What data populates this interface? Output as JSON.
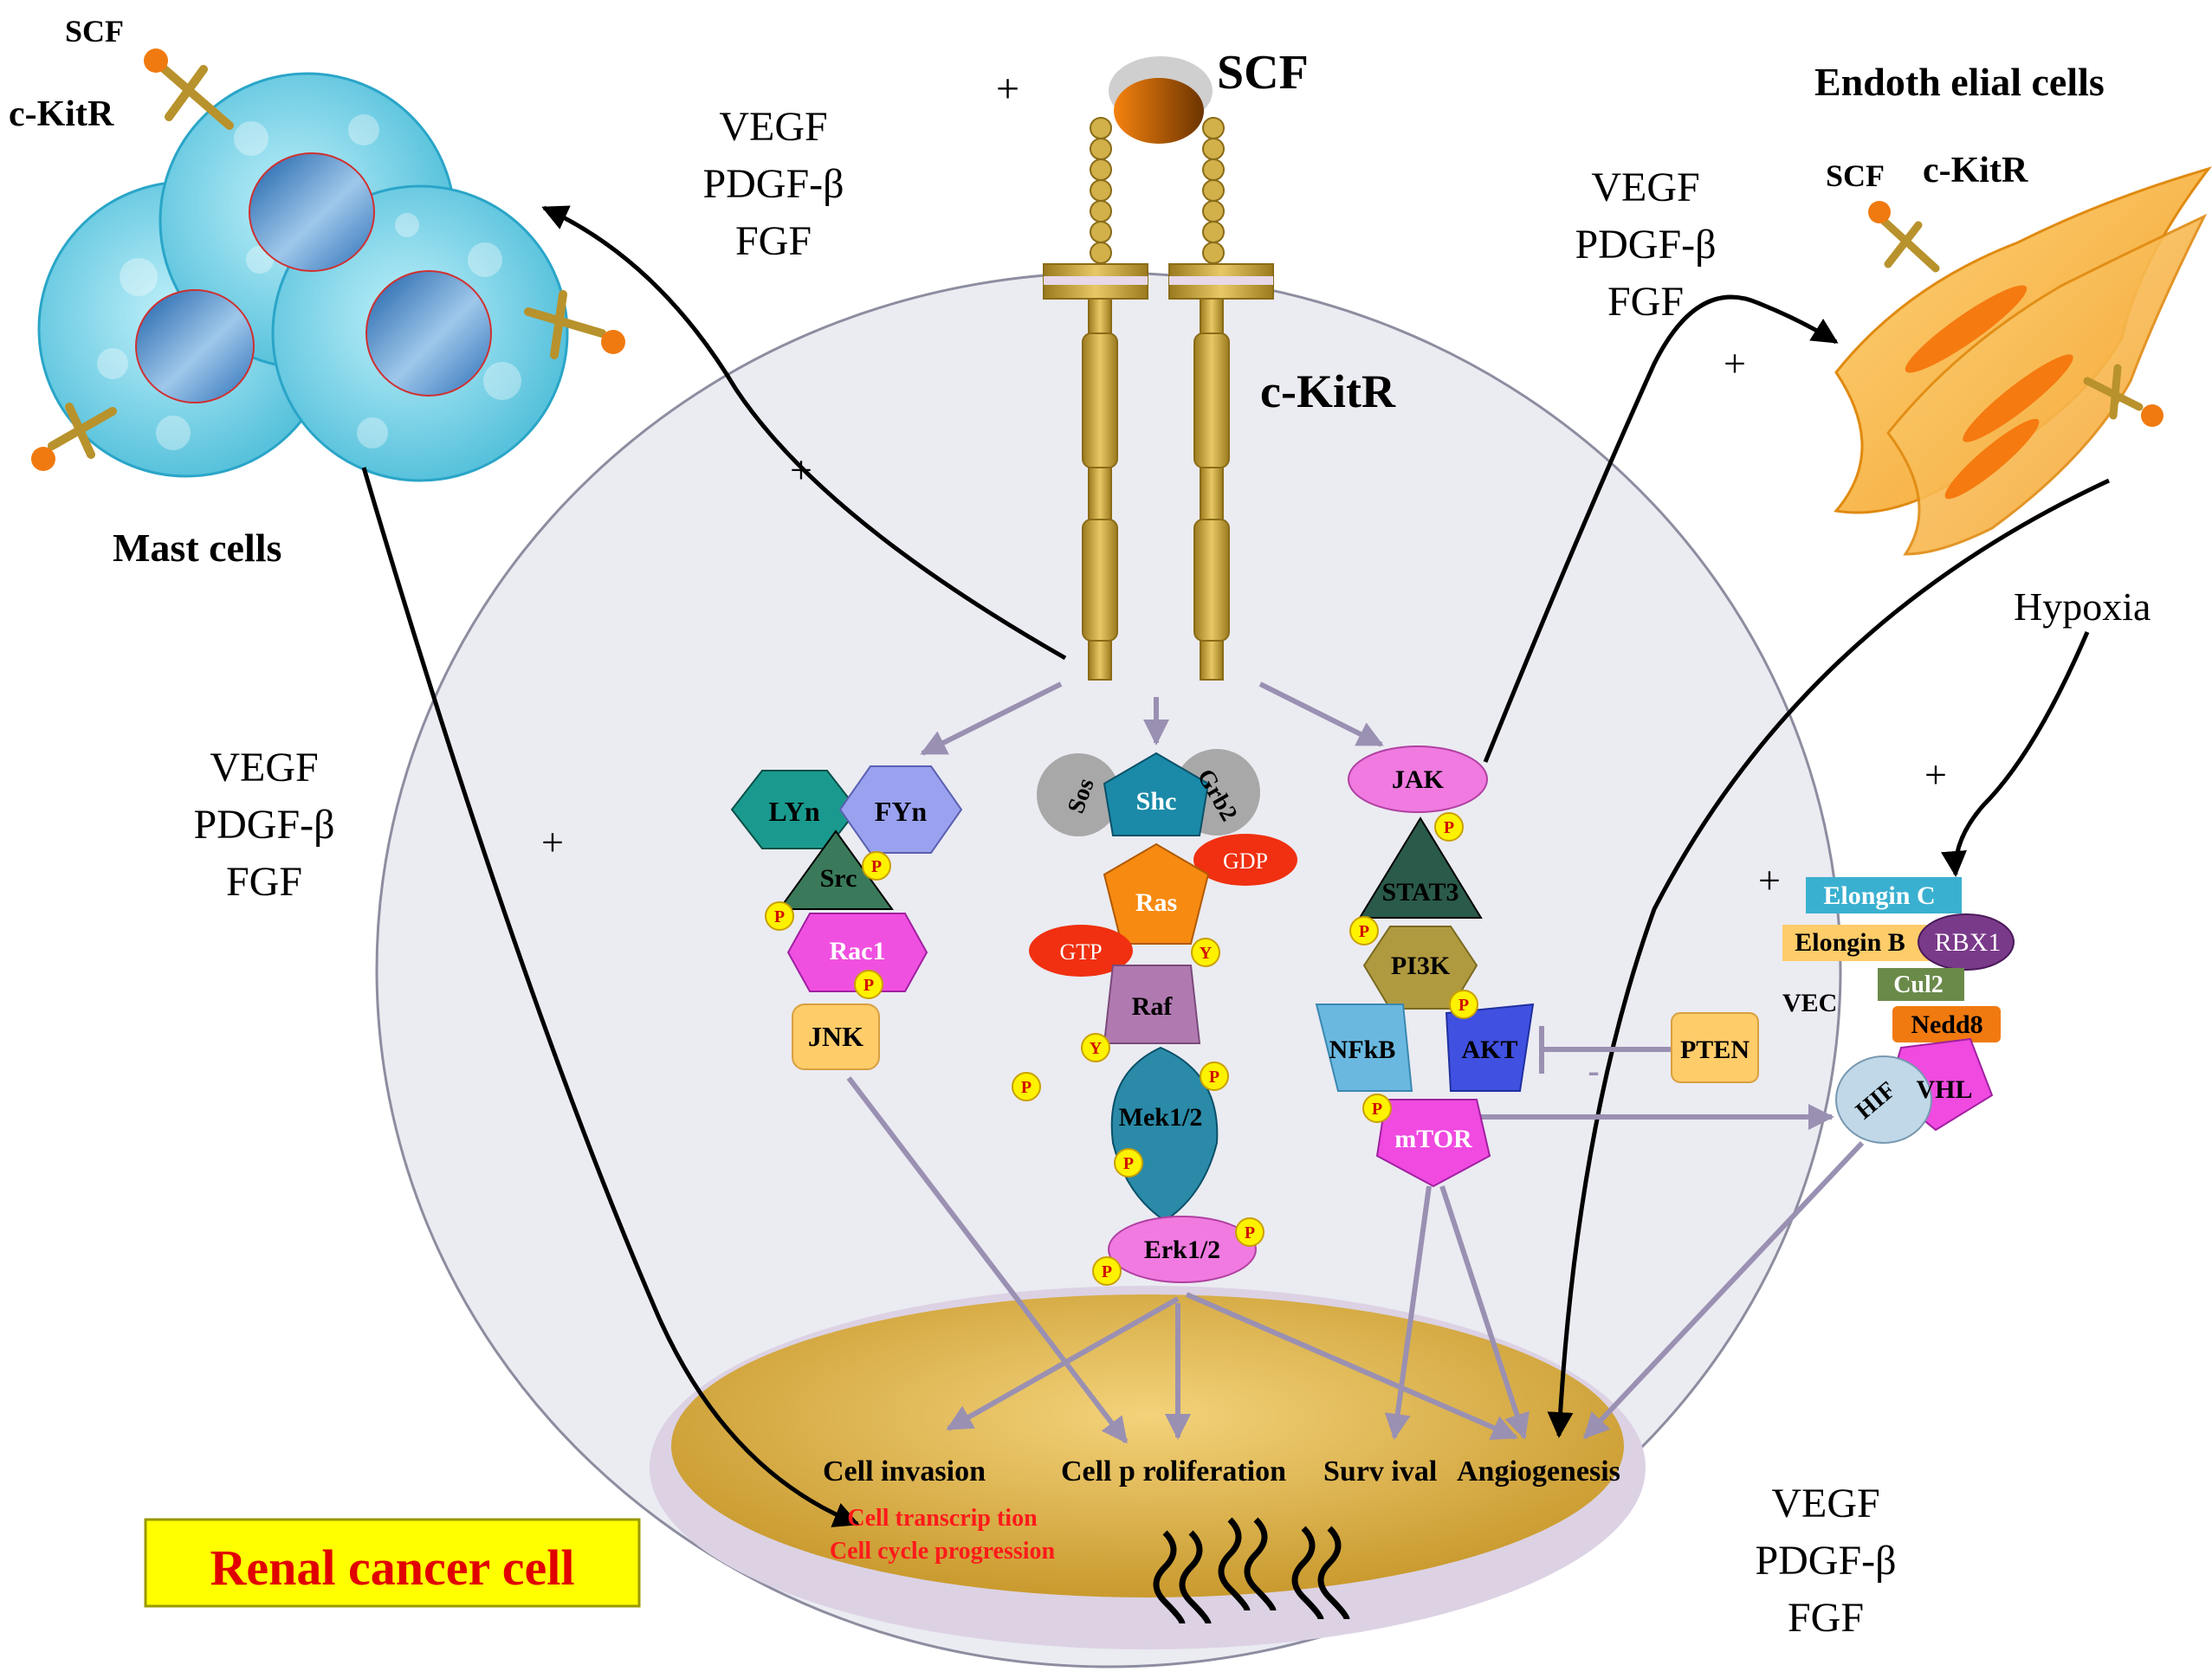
{
  "colors": {
    "cell_fill": "#ebebf2",
    "cell_stroke": "#8d8da0",
    "receptor": "#d2b04a",
    "receptor_dark": "#8a6c18",
    "scf_orange": "#f07a10",
    "purple_arrow": "#9a90b2",
    "black_arrow": "#000000",
    "mast_blue": "#8ed8ea",
    "endo_orange": "#f8b040",
    "nucleus_gold": "#d9ad3e",
    "phospho_yellow": "#fff200",
    "phospho_text": "#d01000",
    "title_box": "#ffff00",
    "title_text": "#e00000"
  },
  "receptor": {
    "ligand": "SCF",
    "name": "c-KitR",
    "plus": "+"
  },
  "mast": {
    "title": "Mast cells",
    "scf": "SCF",
    "ckit": "c-KitR",
    "plus_arrow": "+",
    "plus_return": "+"
  },
  "endothelial": {
    "title": "Endoth elial cells",
    "scf": "SCF",
    "ckit": "c-KitR",
    "plus": "+",
    "plus_return": "+"
  },
  "growth_factors": {
    "top_left": [
      "VEGF",
      "PDGF-β",
      "FGF"
    ],
    "left": [
      "VEGF",
      "PDGF-β",
      "FGF"
    ],
    "top_right": [
      "VEGF",
      "PDGF-β",
      "FGF"
    ],
    "bottom_right": [
      "VEGF",
      "PDGF-β",
      "FGF"
    ]
  },
  "hypoxia": {
    "label": "Hypoxia",
    "plus": "+"
  },
  "src_pathway": {
    "lyn": "LYn",
    "fyn": "FYn",
    "src": "Src",
    "rac1": "Rac1",
    "jnk": "JNK"
  },
  "mapk_pathway": {
    "sos": "Sos",
    "shc": "Shc",
    "grb2": "Grb2",
    "gdp": "GDP",
    "ras": "Ras",
    "gtp": "GTP",
    "raf": "Raf",
    "mek": "Mek1/2",
    "erk": "Erk1/2"
  },
  "jak_pathway": {
    "jak": "JAK",
    "stat3": "STAT3",
    "pi3k": "PI3K",
    "nfkb": "NFkB",
    "akt": "AKT",
    "mtor": "mTOR",
    "pten": "PTEN",
    "inhibit": "-"
  },
  "vhl_complex": {
    "elongin_c": "Elongin C",
    "elongin_b": "Elongin B",
    "rbx1": "RBX1",
    "cul2": "Cul2",
    "vec": "VEC",
    "nedd8": "Nedd8",
    "vhl": "VHL",
    "hif": "HIF"
  },
  "phospho": {
    "p": "P",
    "y": "Y"
  },
  "nucleus": {
    "outcomes": [
      "Cell invasion",
      "Cell p roliferation",
      "Surv ival",
      "Angiogenesis"
    ],
    "transcription": "Cell transcrip tion",
    "cycle": "Cell cycle progression"
  },
  "title": "Renal cancer cell"
}
